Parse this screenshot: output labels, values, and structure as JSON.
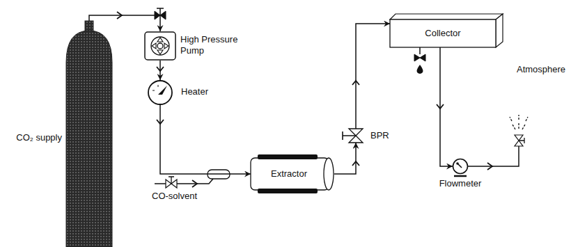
{
  "diagram": {
    "nodes": [
      {
        "text": [
          "CO₂ supply"
        ]
      },
      {
        "text": [
          "High Pressure Pump"
        ]
      },
      {
        "text": [
          "Heater"
        ]
      },
      {
        "text": [
          "Extractor"
        ]
      },
      {
        "text": [
          "BPR"
        ]
      },
      {
        "text": [
          "Collector"
        ]
      },
      {
        "text": [
          "Flowmeter"
        ]
      }
    ],
    "edges": [
      {
        "from": 0,
        "to": 1,
        "arrow": "to"
      },
      {
        "from": 1,
        "to": 2,
        "arrow": "to"
      },
      {
        "from": 2,
        "to": 3,
        "arrow": "to"
      },
      {
        "from": 3,
        "to": 4,
        "arrow": "to"
      },
      {
        "from": 4,
        "to": 5,
        "arrow": "to"
      },
      {
        "from": 5,
        "to": 6,
        "arrow": "to"
      }
    ],
    "labels": [
      "CO-solvent",
      "Atmosphere"
    ]
  }
}
